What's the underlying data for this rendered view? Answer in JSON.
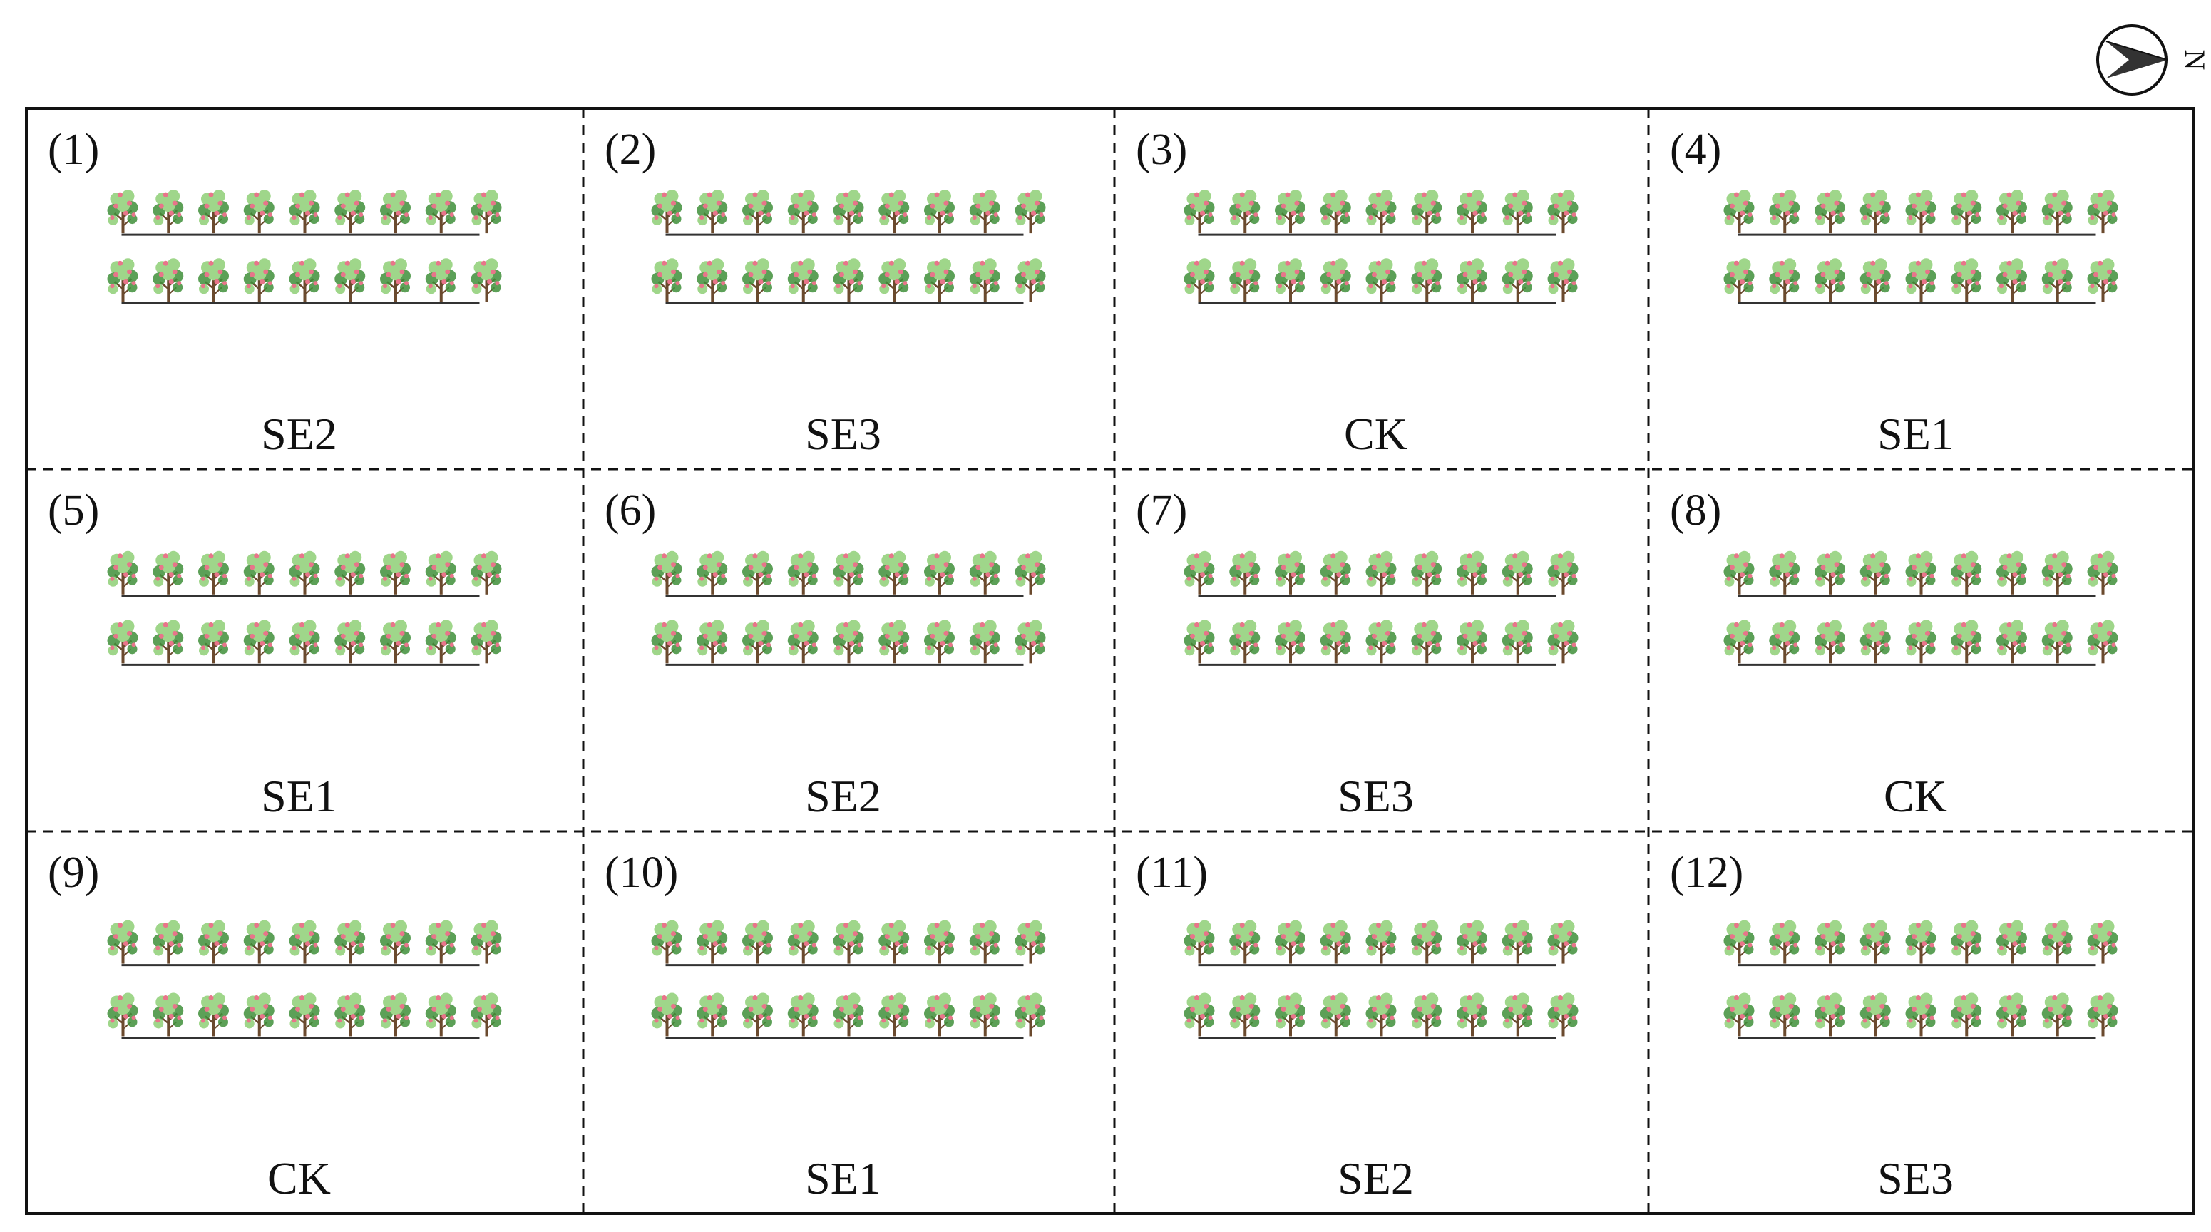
{
  "compass": {
    "label": "N",
    "icon": "north-arrow-icon"
  },
  "plots": [
    {
      "number": "(1)",
      "treatment": "SE2"
    },
    {
      "number": "(2)",
      "treatment": "SE3"
    },
    {
      "number": "(3)",
      "treatment": "CK"
    },
    {
      "number": "(4)",
      "treatment": "SE1"
    },
    {
      "number": "(5)",
      "treatment": "SE1"
    },
    {
      "number": "(6)",
      "treatment": "SE2"
    },
    {
      "number": "(7)",
      "treatment": "SE3"
    },
    {
      "number": "(8)",
      "treatment": "CK"
    },
    {
      "number": "(9)",
      "treatment": "CK"
    },
    {
      "number": "(10)",
      "treatment": "SE1"
    },
    {
      "number": "(11)",
      "treatment": "SE2"
    },
    {
      "number": "(12)",
      "treatment": "SE3"
    }
  ],
  "tree_rows_per_plot": 2,
  "trees_per_row": 9,
  "colors": {
    "border": "#111111",
    "divider": "#111111",
    "trunk": "#6b4a2e",
    "foliage_dark": "#3f8f3a",
    "foliage_light": "#9fd68a",
    "fruit": "#e8758a"
  }
}
